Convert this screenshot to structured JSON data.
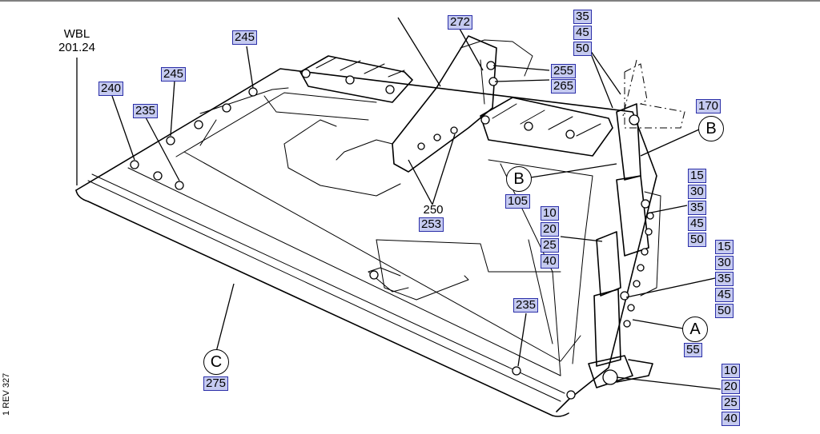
{
  "wbl": {
    "label": "WBL",
    "value": "201.24"
  },
  "margin_note": "1 REV 327",
  "callouts": {
    "c_272": "272",
    "c_top_stack": [
      "35",
      "45",
      "50"
    ],
    "c_255": "255",
    "c_265": "265",
    "c_245_a": "245",
    "c_245_b": "245",
    "c_240": "240",
    "c_235_a": "235",
    "c_170": "170",
    "c_105": "105",
    "c_250": "250",
    "c_253": "253",
    "c_right_stack_a": [
      "15",
      "30",
      "35",
      "45",
      "50"
    ],
    "c_right_stack_b": [
      "15",
      "30",
      "35",
      "45",
      "50"
    ],
    "c_mid_stack": [
      "10",
      "20",
      "25",
      "40"
    ],
    "c_235_b": "235",
    "c_55": "55",
    "c_bottom_stack": [
      "10",
      "20",
      "25",
      "40"
    ],
    "c_275": "275"
  },
  "detail_letters": {
    "b_top": "B",
    "b_mid": "B",
    "a": "A",
    "c": "C"
  }
}
